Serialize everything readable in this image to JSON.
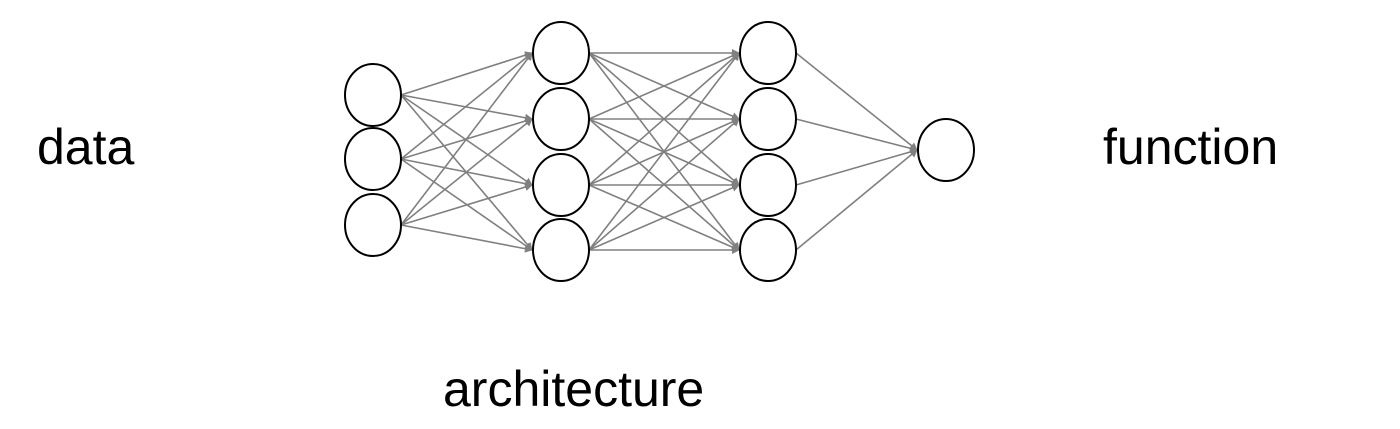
{
  "labels": {
    "input": "data",
    "output": "function",
    "middle": "architecture"
  },
  "network": {
    "layer_sizes": [
      3,
      4,
      4,
      1
    ],
    "edge_color": "#808080",
    "node_stroke": "#000000"
  }
}
